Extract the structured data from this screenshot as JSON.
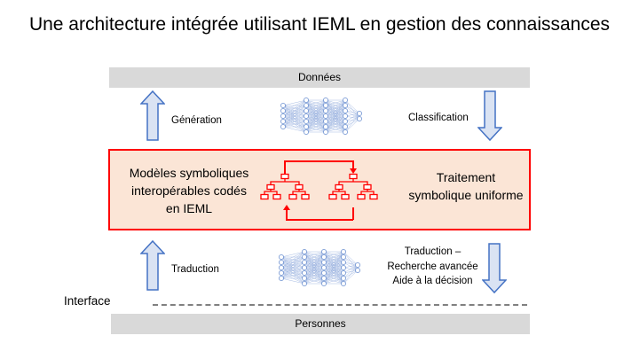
{
  "title": "Une architecture intégrée utilisant IEML en gestion des connaissances",
  "top_bar": "Données",
  "bottom_bar": "Personnes",
  "upper": {
    "left_label": "Génération",
    "right_label": "Classification"
  },
  "center": {
    "left_lines": [
      "Modèles symboliques",
      "interopérables codés",
      "en IEML"
    ],
    "right_lines": [
      "Traitement",
      "symbolique uniforme"
    ]
  },
  "lower": {
    "left_label": "Traduction",
    "right_lines": [
      "Traduction –",
      "Recherche avancée",
      "Aide à la décision"
    ]
  },
  "interface_label": "Interface",
  "colors": {
    "arrow_fill": "#dae3f3",
    "arrow_stroke": "#4472c4",
    "red": "#ff0000",
    "box_fill": "#fbe5d6",
    "bar": "#d9d9d9"
  }
}
